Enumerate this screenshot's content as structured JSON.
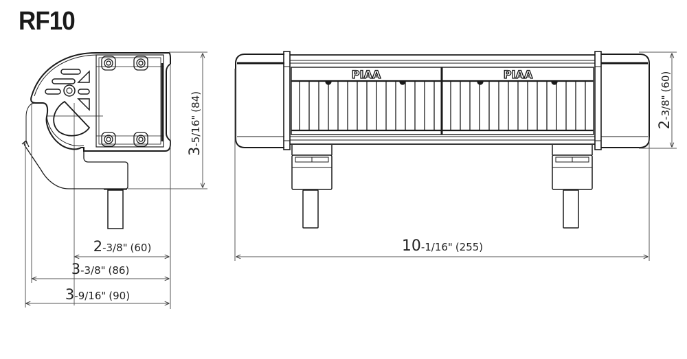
{
  "title": "RF10",
  "side_view": {
    "height_dimension": {
      "major": "3",
      "fraction": "-5/16\"",
      "metric": "(84)"
    },
    "depth_dimensions": [
      {
        "major": "2",
        "fraction": "-3/8\"",
        "metric": "(60)"
      },
      {
        "major": "3",
        "fraction": "-3/8\"",
        "metric": "(86)"
      },
      {
        "major": "3",
        "fraction": "-9/16\"",
        "metric": "(90)"
      }
    ]
  },
  "front_view": {
    "logo_left": "PIAA",
    "logo_right": "PIAA",
    "height_dimension": {
      "major": "2",
      "fraction": "-3/8\"",
      "metric": "(60)"
    },
    "width_dimension": {
      "major": "10",
      "fraction": "-1/16\"",
      "metric": "(255)"
    }
  },
  "colors": {
    "line": "#1a1a1a",
    "dim_line": "#555555",
    "background": "#ffffff"
  }
}
